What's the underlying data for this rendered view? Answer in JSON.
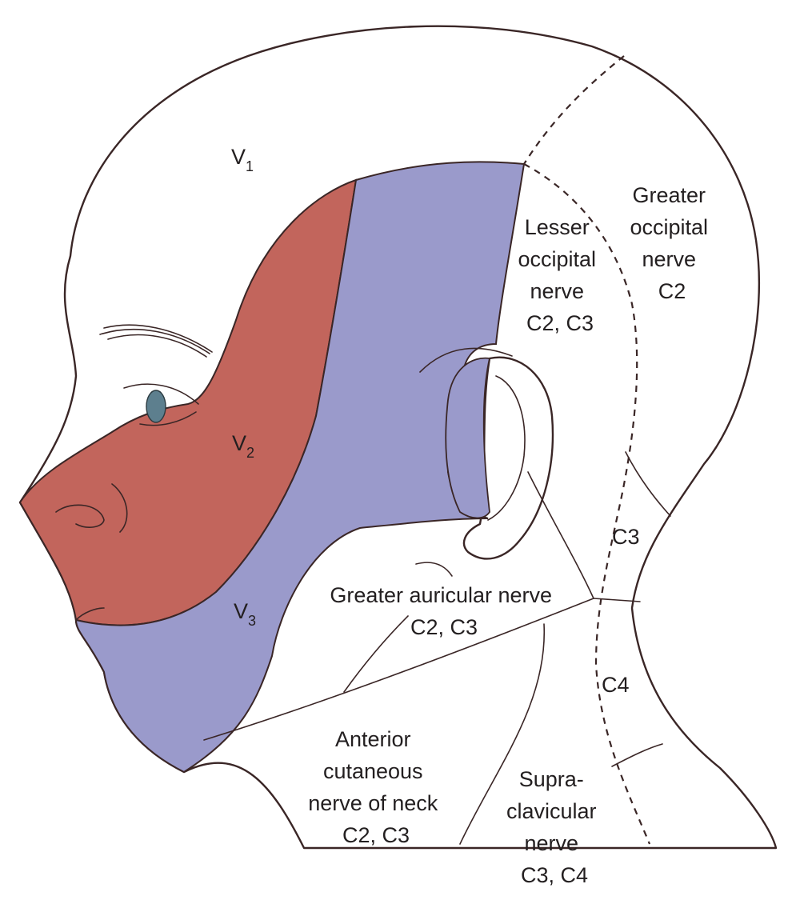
{
  "colors": {
    "skin": "#f6ddd5",
    "v2_region": "#c2655c",
    "v3_region": "#9a9acb",
    "outline": "#3a2626",
    "text": "#231f20"
  },
  "labels": {
    "v1": {
      "main": "V",
      "sub": "1"
    },
    "v2": {
      "main": "V",
      "sub": "2"
    },
    "v3": {
      "main": "V",
      "sub": "3"
    },
    "lesser_occipital": [
      "Lesser",
      "occipital",
      "nerve",
      "C2, C3"
    ],
    "greater_occipital": [
      "Greater",
      "occipital",
      "nerve",
      "C2"
    ],
    "greater_auricular": [
      "Greater auricular nerve",
      "C2, C3"
    ],
    "anterior_cutaneous": [
      "Anterior",
      "cutaneous",
      "nerve of neck",
      "C2, C3"
    ],
    "supraclavicular": [
      "Supra-",
      "clavicular",
      "nerve",
      "C3, C4"
    ],
    "c3": "C3",
    "c4": "C4"
  }
}
